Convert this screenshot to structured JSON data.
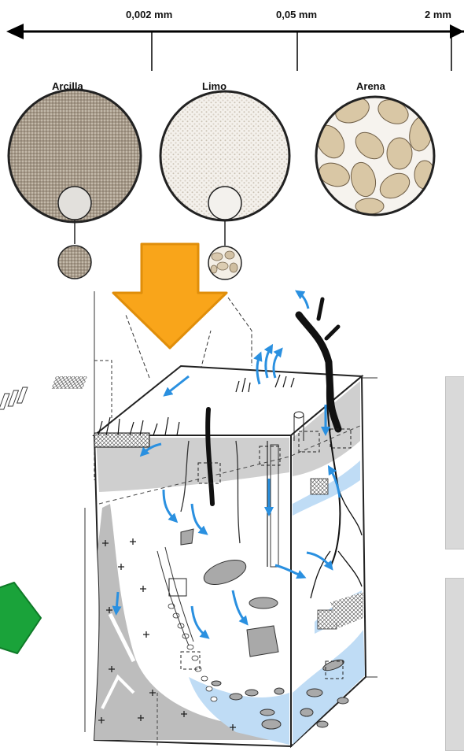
{
  "scale": {
    "ticks": [
      "0,002 mm",
      "0,05 mm",
      "2 mm"
    ]
  },
  "particles": {
    "clay_label": "Arcilla",
    "silt_label": "Limo",
    "sand_label": "Arena"
  },
  "colors": {
    "orange_arrow": "#f9a51a",
    "green_arrow": "#1aa33a",
    "water_arrow": "#2a90e0",
    "soil_gray": "#c7c7c7",
    "water_zone": "#bfdcf5",
    "side_panel": "#d9d9d9"
  },
  "icons": [
    "down-arrow-icon",
    "right-arrow-icon",
    "water-flow-arrow-icon"
  ]
}
